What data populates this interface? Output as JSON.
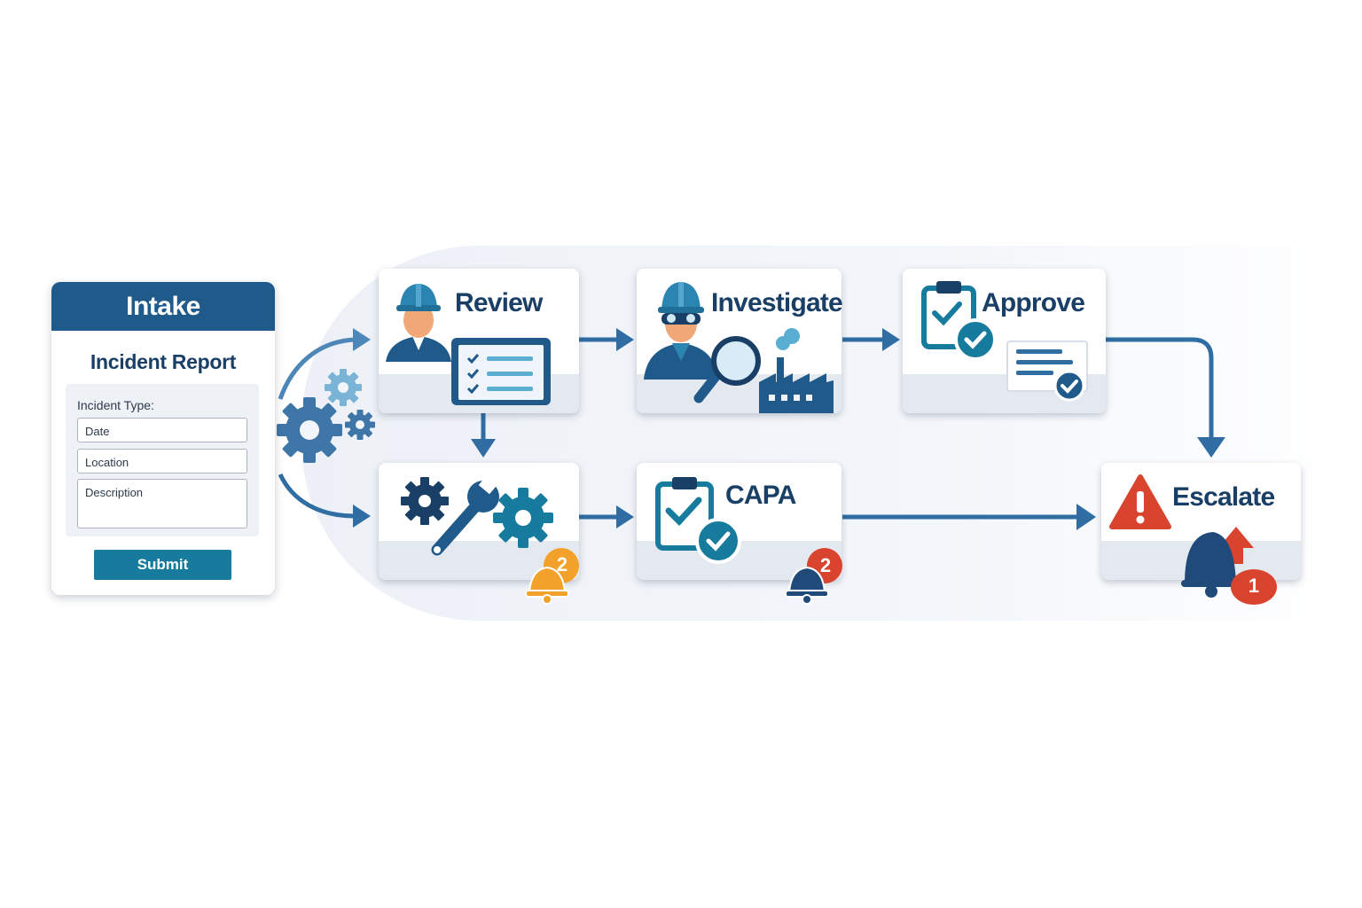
{
  "intake": {
    "title": "Intake",
    "form_title": "Incident Report",
    "type_label": "Incident Type:",
    "fields": {
      "date_placeholder": "Date",
      "location_placeholder": "Location",
      "description_placeholder": "Description"
    },
    "submit_label": "Submit"
  },
  "steps": {
    "review": "Review",
    "investigate": "Investigate",
    "approve": "Approve",
    "capa": "CAPA",
    "escalate": "Escalate"
  },
  "badges": {
    "tools_alerts": "2",
    "capa_alerts": "2",
    "escalate_alerts": "1"
  },
  "colors": {
    "navy": "#1f5a8b",
    "teal": "#177b9d",
    "orange": "#f2a22a",
    "red": "#d9442f",
    "arrow": "#2f6da3"
  }
}
